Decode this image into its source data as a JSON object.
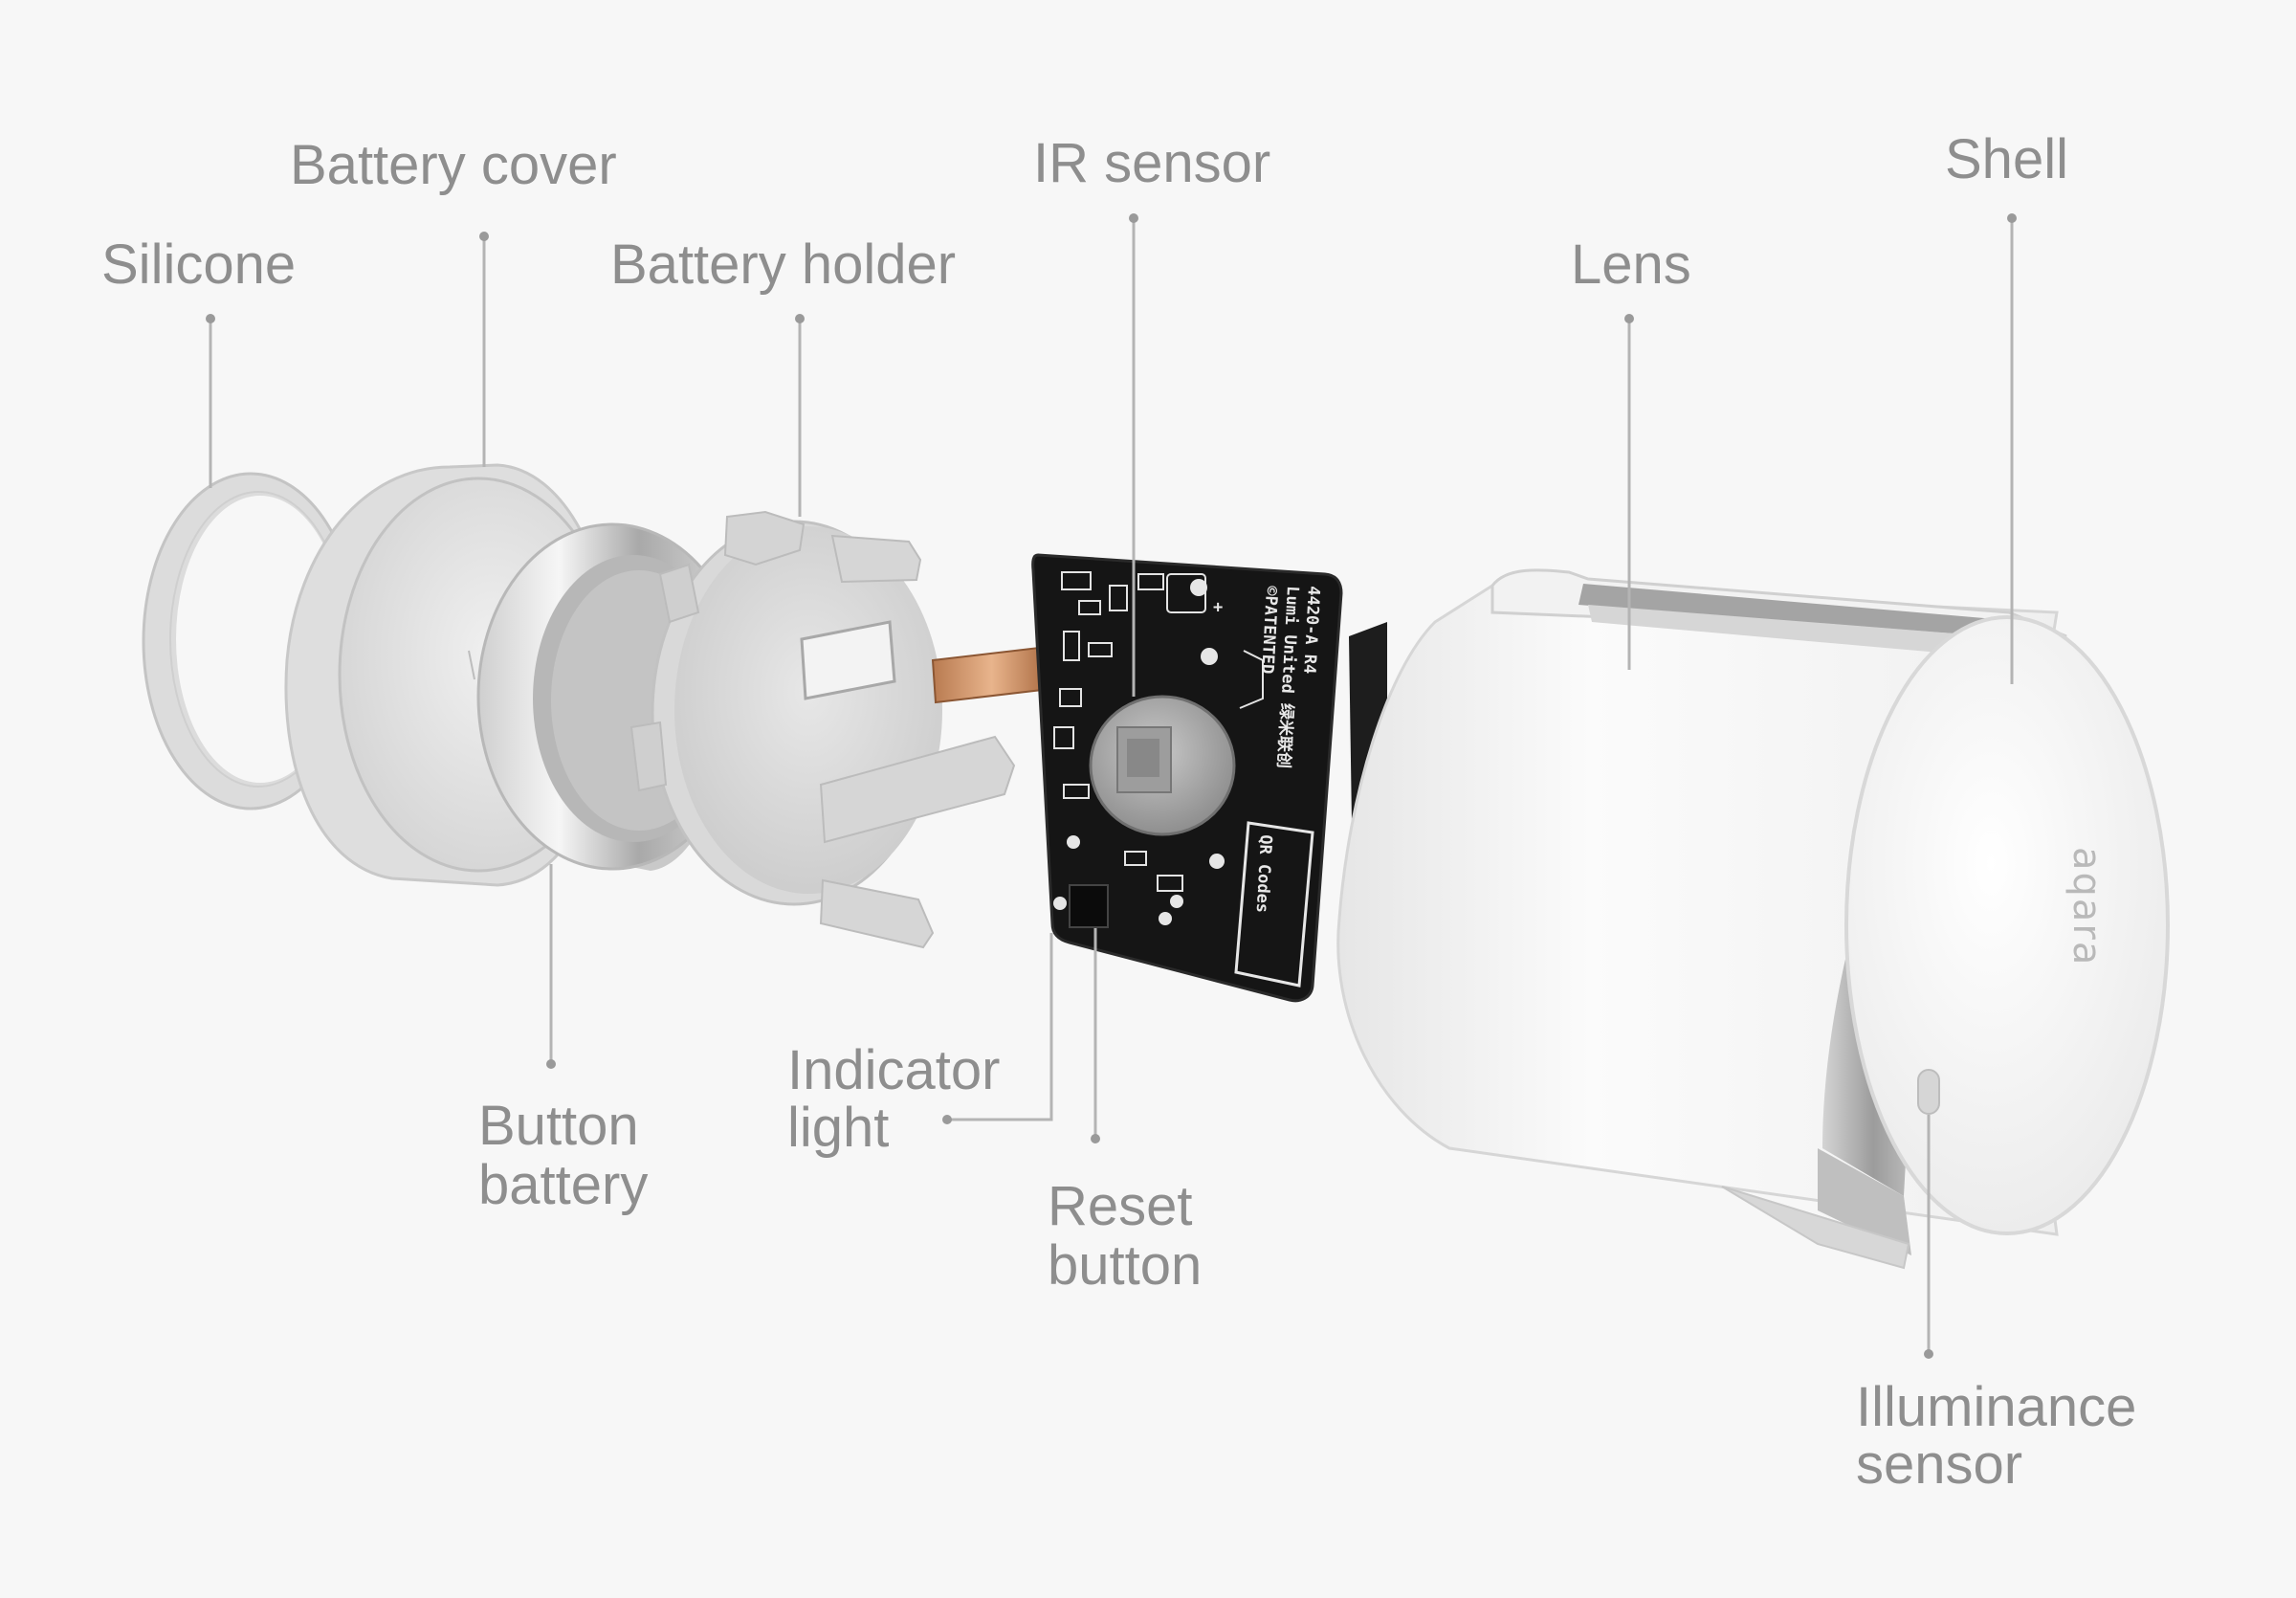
{
  "colors": {
    "background": "#f7f7f7",
    "label": "#8e8e8e",
    "leader": "#b4b4b4",
    "pcb": "#141414",
    "shell": "#f1f1f1"
  },
  "labels": {
    "battery_cover": "Battery cover",
    "silicone": "Silicone",
    "battery_holder": "Battery holder",
    "ir_sensor": "IR sensor",
    "lens": "Lens",
    "shell": "Shell",
    "button_battery_1": "Button",
    "button_battery_2": "battery",
    "indicator_light_1": "Indicator",
    "indicator_light_2": "light",
    "reset_button_1": "Reset",
    "reset_button_2": "button",
    "illuminance_sensor_1": "Illuminance",
    "illuminance_sensor_2": "sensor"
  },
  "pcb": {
    "model": "4420-A R4",
    "maker": "Lumi United 绿米联创",
    "patent": "©PATENTED",
    "qr": "QR Codes"
  },
  "shell_logo": "aqara"
}
